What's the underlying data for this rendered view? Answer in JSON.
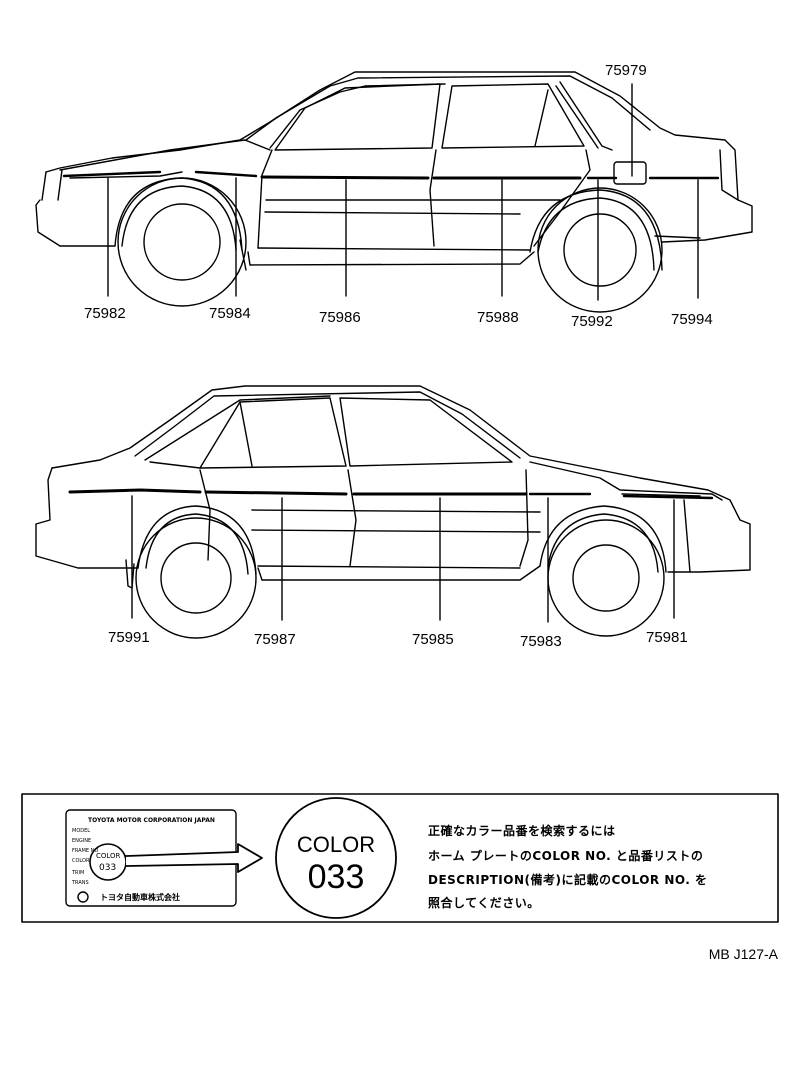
{
  "upper_view": {
    "callouts": [
      {
        "part": "75979"
      },
      {
        "part": "75982"
      },
      {
        "part": "75984"
      },
      {
        "part": "75986"
      },
      {
        "part": "75988"
      },
      {
        "part": "75992"
      },
      {
        "part": "75994"
      }
    ]
  },
  "lower_view": {
    "callouts": [
      {
        "part": "75991"
      },
      {
        "part": "75987"
      },
      {
        "part": "75985"
      },
      {
        "part": "75983"
      },
      {
        "part": "75981"
      }
    ]
  },
  "color_note": {
    "plate": {
      "maker": "TOYOTA MOTOR CORPORATION JAPAN",
      "fields": [
        "MODEL",
        "ENGINE",
        "FRAME NO",
        "COLOR",
        "TRIM",
        "TRANS"
      ],
      "color_label": "COLOR",
      "color_value": "033",
      "footer": "トヨタ自動車株式会社"
    },
    "badge": {
      "line1": "COLOR",
      "line2": "033"
    },
    "text_lines": [
      "正確なカラー品番を検索するには",
      "ホーム プレートのCOLOR NO. と品番リストの",
      "DESCRIPTION(備考)に記載のCOLOR NO. を",
      "照合してください。"
    ]
  },
  "drawing_code": "MB J127-A"
}
